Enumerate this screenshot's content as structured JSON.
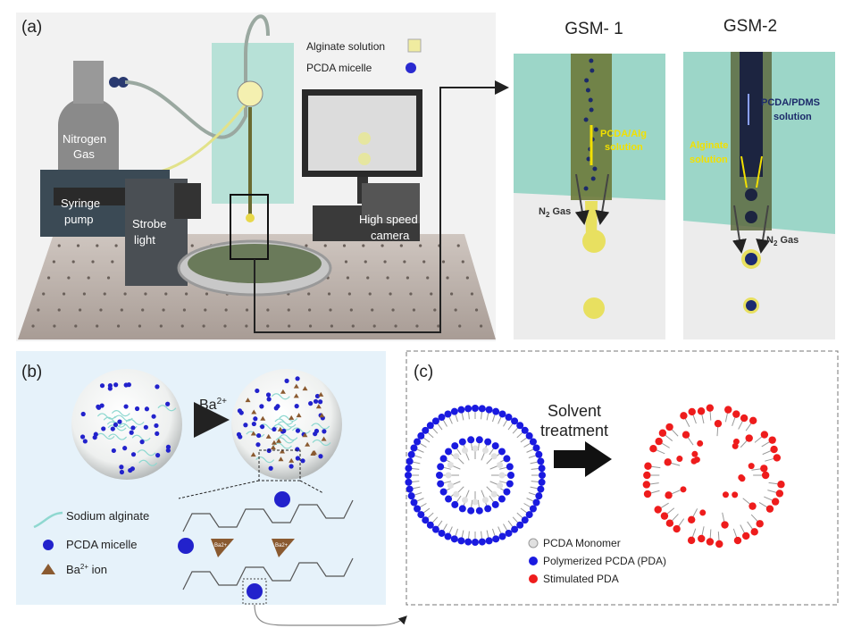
{
  "panel_a": {
    "label": "(a)",
    "legend": [
      {
        "label": "Alginate solution",
        "color": "#f0eca0"
      },
      {
        "label": "PCDA micelle",
        "color": "#2a2ad0"
      }
    ],
    "equipment": {
      "nitrogen_gas": [
        "Nitrogen",
        "Gas"
      ],
      "syringe_pump": [
        "Syringe",
        "pump"
      ],
      "strobe_light": [
        "Strobe",
        "light"
      ],
      "high_speed_camera": [
        "High speed",
        "camera"
      ]
    }
  },
  "gsm1": {
    "title": "GSM- 1",
    "solution_label": [
      "PCDA/Alg",
      "solution"
    ],
    "gas_label": "N",
    "gas_sub": "2",
    "gas_suffix": " Gas"
  },
  "gsm2": {
    "title": "GSM-2",
    "core_label": [
      "PCDA/PDMS",
      "solution"
    ],
    "shell_label": [
      "Alginate",
      "solution"
    ],
    "gas_label": "N",
    "gas_sub": "2",
    "gas_suffix": " Gas"
  },
  "panel_b": {
    "label": "(b)",
    "reagent": "Ba",
    "reagent_sup": "2+",
    "legend": [
      {
        "label": "Sodium alginate",
        "color": "#8fd8d0"
      },
      {
        "label": "PCDA micelle",
        "color": "#2222cc"
      },
      {
        "label": "Ba",
        "sup": "2+",
        "suffix": " ion",
        "color": "#8a5a30"
      }
    ],
    "ion_tag": "Ba2+"
  },
  "panel_c": {
    "label": "(c)",
    "process": [
      "Solvent",
      "treatment"
    ],
    "legend": [
      {
        "label": "PCDA Monomer",
        "color": "#e0e0e0"
      },
      {
        "label": "Polymerized PCDA (PDA)",
        "color": "#1a1ae0"
      },
      {
        "label": "Stimulated PDA",
        "color": "#ee1c1c"
      }
    ]
  }
}
